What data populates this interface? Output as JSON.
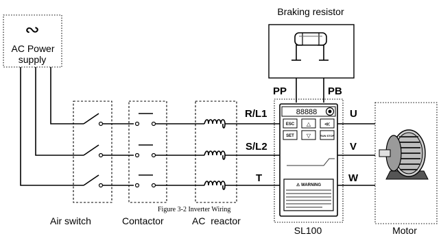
{
  "labels": {
    "braking_resistor": "Braking resistor",
    "ac_power_symbol": "∾",
    "ac_power_line1": "AC Power",
    "ac_power_line2": "supply",
    "pp": "PP",
    "pb": "PB",
    "r_l1": "R/L1",
    "s_l2": "S/L2",
    "t": "T",
    "u": "U",
    "v": "V",
    "w": "W",
    "air_switch": "Air switch",
    "contactor": "Contactor",
    "ac_reactor": "AC  reactor",
    "sl100": "SL100",
    "motor": "Motor",
    "caption": "Figure 3-2    Inverter Wiring"
  },
  "inverter_panel": {
    "display": "88888",
    "keys": [
      "ESC",
      "△",
      "≪",
      "SET",
      "▽",
      "RUN STOP"
    ],
    "warning_title": "⚠ WARNING"
  }
}
